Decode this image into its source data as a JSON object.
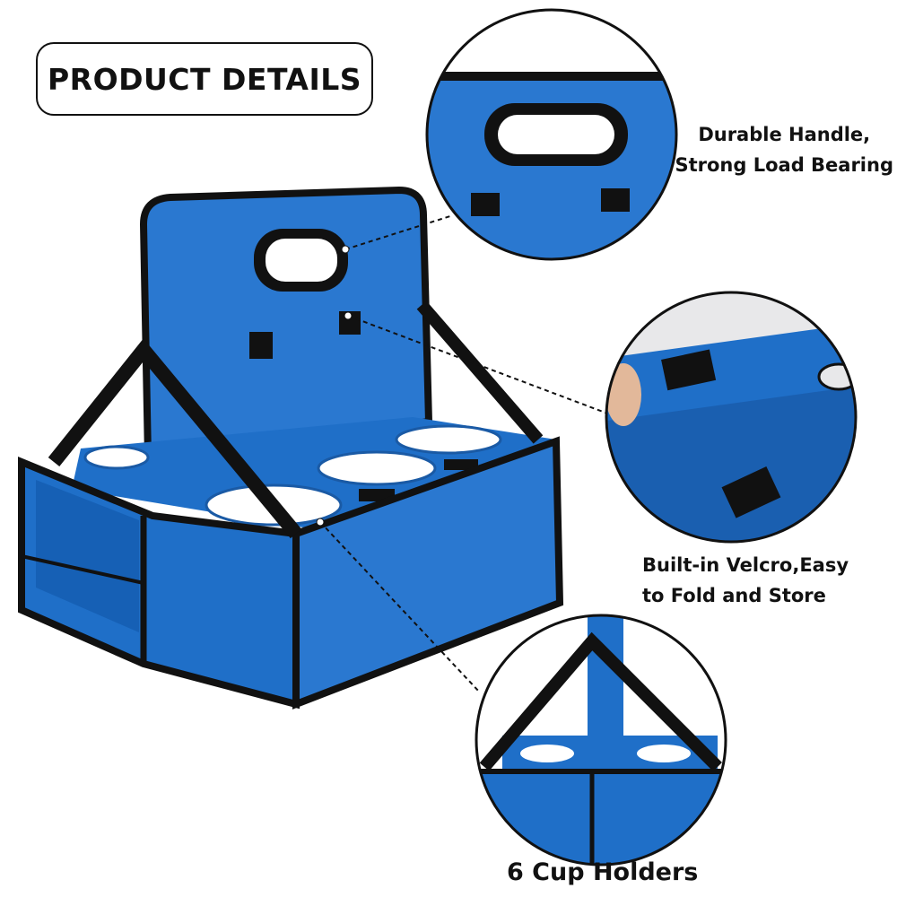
{
  "title": "PRODUCT DETAILS",
  "features": [
    {
      "lines": [
        "Durable Handle,",
        "Strong Load Bearing"
      ]
    },
    {
      "lines": [
        "Built-in Velcro,Easy",
        "to Fold and Store"
      ]
    },
    {
      "lines": [
        "6 Cup Holders"
      ]
    }
  ],
  "colors": {
    "product_blue": "#1f6fc8",
    "trim": "#111111",
    "text": "#111111"
  }
}
